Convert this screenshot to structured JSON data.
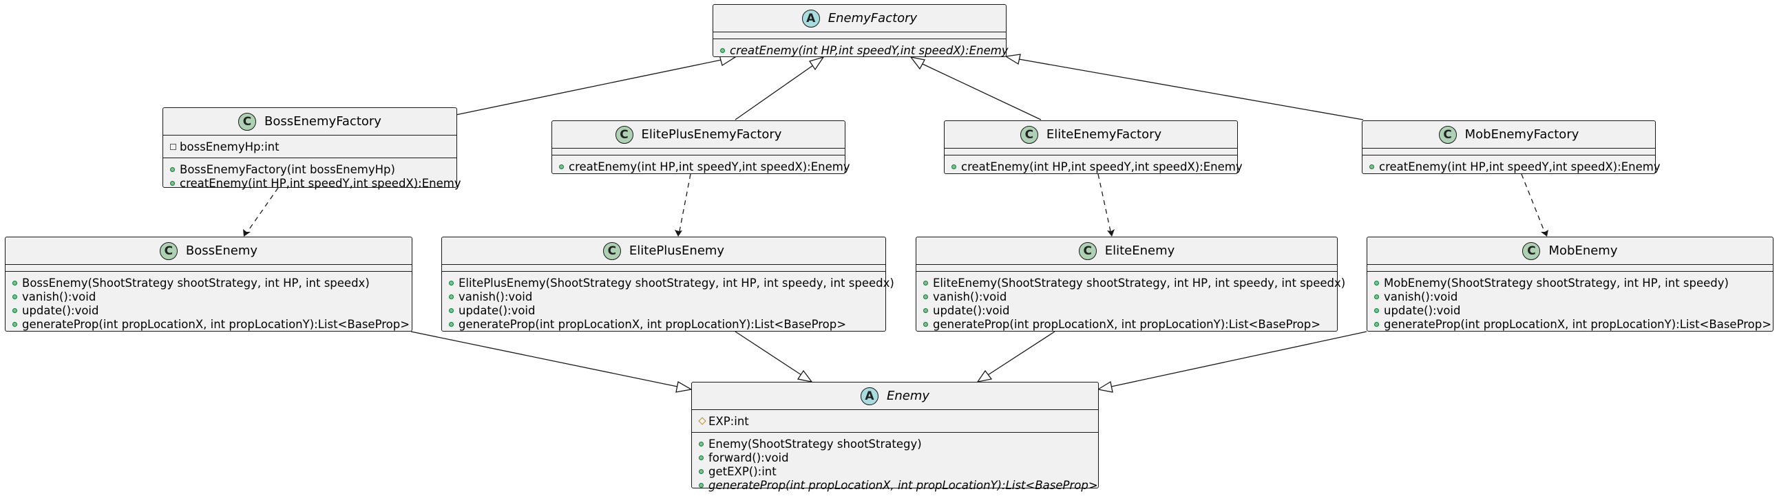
{
  "diagram": {
    "classes": {
      "enemy_factory": {
        "kind": "A",
        "name": "EnemyFactory",
        "abstract": true,
        "fields": [],
        "methods": [
          {
            "vis": "public",
            "text": "creatEnemy(int HP,int speedY,int speedX):Enemy",
            "abstract": true
          }
        ]
      },
      "boss_enemy_factory": {
        "kind": "C",
        "name": "BossEnemyFactory",
        "abstract": false,
        "fields": [
          {
            "vis": "private",
            "text": "bossEnemyHp:int"
          }
        ],
        "methods": [
          {
            "vis": "public",
            "text": "BossEnemyFactory(int bossEnemyHp)"
          },
          {
            "vis": "public",
            "text": "creatEnemy(int HP,int speedY,int speedX):Enemy"
          }
        ]
      },
      "elite_plus_enemy_factory": {
        "kind": "C",
        "name": "ElitePlusEnemyFactory",
        "abstract": false,
        "fields": [],
        "methods": [
          {
            "vis": "public",
            "text": "creatEnemy(int HP,int speedY,int speedX):Enemy"
          }
        ]
      },
      "elite_enemy_factory": {
        "kind": "C",
        "name": "EliteEnemyFactory",
        "abstract": false,
        "fields": [],
        "methods": [
          {
            "vis": "public",
            "text": "creatEnemy(int HP,int speedY,int speedX):Enemy"
          }
        ]
      },
      "mob_enemy_factory": {
        "kind": "C",
        "name": "MobEnemyFactory",
        "abstract": false,
        "fields": [],
        "methods": [
          {
            "vis": "public",
            "text": "creatEnemy(int HP,int speedY,int speedX):Enemy"
          }
        ]
      },
      "boss_enemy": {
        "kind": "C",
        "name": "BossEnemy",
        "abstract": false,
        "fields": [],
        "methods": [
          {
            "vis": "public",
            "text": "BossEnemy(ShootStrategy shootStrategy, int HP, int speedx)"
          },
          {
            "vis": "public",
            "text": "vanish():void"
          },
          {
            "vis": "public",
            "text": "update():void"
          },
          {
            "vis": "public",
            "text": "generateProp(int propLocationX, int propLocationY):List<BaseProp>"
          }
        ]
      },
      "elite_plus_enemy": {
        "kind": "C",
        "name": "ElitePlusEnemy",
        "abstract": false,
        "fields": [],
        "methods": [
          {
            "vis": "public",
            "text": "ElitePlusEnemy(ShootStrategy shootStrategy, int HP, int speedy, int speedx)"
          },
          {
            "vis": "public",
            "text": "vanish():void"
          },
          {
            "vis": "public",
            "text": "update():void"
          },
          {
            "vis": "public",
            "text": "generateProp(int propLocationX, int propLocationY):List<BaseProp>"
          }
        ]
      },
      "elite_enemy": {
        "kind": "C",
        "name": "EliteEnemy",
        "abstract": false,
        "fields": [],
        "methods": [
          {
            "vis": "public",
            "text": "EliteEnemy(ShootStrategy shootStrategy, int HP, int speedy, int speedx)"
          },
          {
            "vis": "public",
            "text": "vanish():void"
          },
          {
            "vis": "public",
            "text": "update():void"
          },
          {
            "vis": "public",
            "text": "generateProp(int propLocationX, int propLocationY):List<BaseProp>"
          }
        ]
      },
      "mob_enemy": {
        "kind": "C",
        "name": "MobEnemy",
        "abstract": false,
        "fields": [],
        "methods": [
          {
            "vis": "public",
            "text": "MobEnemy(ShootStrategy shootStrategy, int HP, int speedy)"
          },
          {
            "vis": "public",
            "text": "vanish():void"
          },
          {
            "vis": "public",
            "text": "update():void"
          },
          {
            "vis": "public",
            "text": "generateProp(int propLocationX, int propLocationY):List<BaseProp>"
          }
        ]
      },
      "enemy": {
        "kind": "A",
        "name": "Enemy",
        "abstract": true,
        "fields": [
          {
            "vis": "protected",
            "text": "EXP:int"
          }
        ],
        "methods": [
          {
            "vis": "public",
            "text": "Enemy(ShootStrategy shootStrategy)"
          },
          {
            "vis": "public",
            "text": "forward():void"
          },
          {
            "vis": "public",
            "text": "getEXP():int"
          },
          {
            "vis": "public",
            "text": "generateProp(int propLocationX, int propLocationY):List<BaseProp>",
            "abstract": true
          }
        ]
      }
    },
    "relations": [
      {
        "type": "inheritance",
        "from": "BossEnemyFactory",
        "to": "EnemyFactory"
      },
      {
        "type": "inheritance",
        "from": "ElitePlusEnemyFactory",
        "to": "EnemyFactory"
      },
      {
        "type": "inheritance",
        "from": "EliteEnemyFactory",
        "to": "EnemyFactory"
      },
      {
        "type": "inheritance",
        "from": "MobEnemyFactory",
        "to": "EnemyFactory"
      },
      {
        "type": "dependency",
        "from": "BossEnemyFactory",
        "to": "BossEnemy"
      },
      {
        "type": "dependency",
        "from": "ElitePlusEnemyFactory",
        "to": "ElitePlusEnemy"
      },
      {
        "type": "dependency",
        "from": "EliteEnemyFactory",
        "to": "EliteEnemy"
      },
      {
        "type": "dependency",
        "from": "MobEnemyFactory",
        "to": "MobEnemy"
      },
      {
        "type": "inheritance",
        "from": "BossEnemy",
        "to": "Enemy"
      },
      {
        "type": "inheritance",
        "from": "ElitePlusEnemy",
        "to": "Enemy"
      },
      {
        "type": "inheritance",
        "from": "EliteEnemy",
        "to": "Enemy"
      },
      {
        "type": "inheritance",
        "from": "MobEnemy",
        "to": "Enemy"
      }
    ],
    "colors": {
      "class_fill": "#f1f1f1",
      "border": "#181818",
      "class_badge": "#add1b2",
      "abstract_badge": "#a9dcdf",
      "public_marker": "#84be84",
      "private_marker": "#c82930",
      "protected_marker": "#b38d22"
    }
  }
}
